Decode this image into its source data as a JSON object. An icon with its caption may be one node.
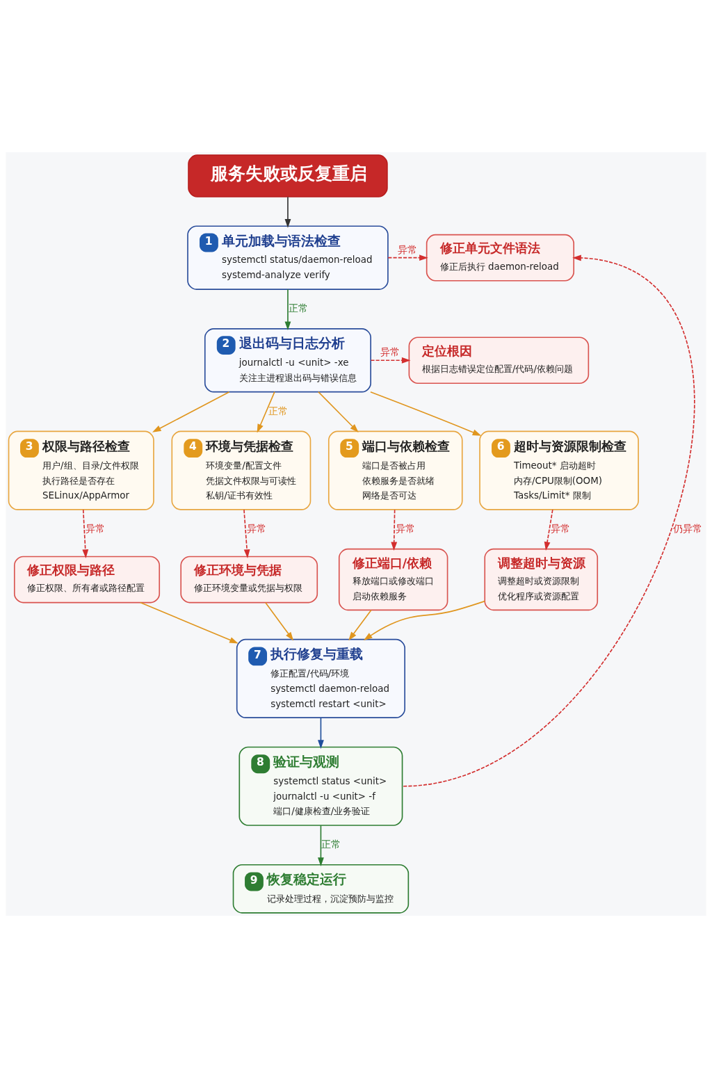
{
  "diagram": {
    "nodes": [
      {
        "text": [
          "服务失败或反复重启"
        ]
      },
      {
        "text": [
          "1",
          "单元加载与语法检查",
          "systemctl status/daemon-reload",
          "systemd-analyze verify"
        ]
      },
      {
        "text": [
          "修正单元文件语法",
          "修正后执行 daemon-reload"
        ]
      },
      {
        "text": [
          "2",
          "退出码与日志分析",
          "journalctl -u <unit> -xe",
          "关注主进程退出码与错误信息"
        ]
      },
      {
        "text": [
          "定位根因",
          "根据日志错误定位配置/代码/依赖问题"
        ]
      },
      {
        "text": [
          "3",
          "权限与路径检查",
          "用户/组、目录/文件权限",
          "执行路径是否存在",
          "SELinux/AppArmor"
        ]
      },
      {
        "text": [
          "4",
          "环境与凭据检查",
          "环境变量/配置文件",
          "凭据文件权限与可读性",
          "私钥/证书有效性"
        ]
      },
      {
        "text": [
          "5",
          "端口与依赖检查",
          "端口是否被占用",
          "依赖服务是否就绪",
          "网络是否可达"
        ]
      },
      {
        "text": [
          "6",
          "超时与资源限制检查",
          "Timeout* 启动超时",
          "内存/CPU限制(OOM)",
          "Tasks/Limit* 限制"
        ]
      },
      {
        "text": [
          "修正权限与路径",
          "修正权限、所有者或路径配置"
        ]
      },
      {
        "text": [
          "修正环境与凭据",
          "修正环境变量或凭据与权限"
        ]
      },
      {
        "text": [
          "修正端口/依赖",
          "释放端口或修改端口",
          "启动依赖服务"
        ]
      },
      {
        "text": [
          "调整超时与资源",
          "调整超时或资源限制",
          "优化程序或资源配置"
        ]
      },
      {
        "text": [
          "7",
          "执行修复与重载",
          "修正配置/代码/环境",
          "systemctl daemon-reload",
          "systemctl restart <unit>"
        ]
      },
      {
        "text": [
          "8",
          "验证与观测",
          "systemctl status <unit>",
          "journalctl -u <unit> -f",
          "端口/健康检查/业务验证"
        ]
      },
      {
        "text": [
          "9",
          "恢复稳定运行",
          "记录处理过程，沉淀预防与监控"
        ]
      }
    ],
    "edges": [
      {
        "from": 0,
        "to": 1,
        "arrow": "to",
        "color": "#333333"
      },
      {
        "from": 1,
        "to": 2,
        "arrow": "to",
        "label": "异常",
        "style": "dashed",
        "color": "#d32f2f"
      },
      {
        "from": 1,
        "to": 3,
        "arrow": "to",
        "label": "正常",
        "color": "#2e7d32"
      },
      {
        "from": 3,
        "to": 4,
        "arrow": "to",
        "label": "异常",
        "style": "dashed",
        "color": "#d32f2f"
      },
      {
        "from": 3,
        "to": 5,
        "arrow": "to"
      },
      {
        "from": 3,
        "to": 6,
        "arrow": "to",
        "label": "正常"
      },
      {
        "from": 3,
        "to": 7,
        "arrow": "to"
      },
      {
        "from": 3,
        "to": 8,
        "arrow": "to"
      },
      {
        "from": 5,
        "to": 9,
        "arrow": "to",
        "label": "异常",
        "style": "dashed",
        "color": "#d32f2f"
      },
      {
        "from": 6,
        "to": 10,
        "arrow": "to",
        "label": "异常",
        "style": "dashed",
        "color": "#d32f2f"
      },
      {
        "from": 7,
        "to": 11,
        "arrow": "to",
        "label": "异常",
        "style": "dashed",
        "color": "#d32f2f"
      },
      {
        "from": 8,
        "to": 12,
        "arrow": "to",
        "label": "异常",
        "style": "dashed",
        "color": "#d32f2f"
      },
      {
        "from": 9,
        "to": 13,
        "arrow": "to"
      },
      {
        "from": 10,
        "to": 13,
        "arrow": "to"
      },
      {
        "from": 11,
        "to": 13,
        "arrow": "to"
      },
      {
        "from": 12,
        "to": 13,
        "arrow": "to"
      },
      {
        "from": 13,
        "to": 14,
        "arrow": "to",
        "color": "#1f4e9c"
      },
      {
        "from": 14,
        "to": 15,
        "arrow": "to",
        "label": "正常",
        "color": "#2e7d32"
      },
      {
        "from": 14,
        "to": 2,
        "arrow": "to",
        "label": "仍异常",
        "style": "dashed",
        "color": "#d32f2f"
      }
    ]
  }
}
